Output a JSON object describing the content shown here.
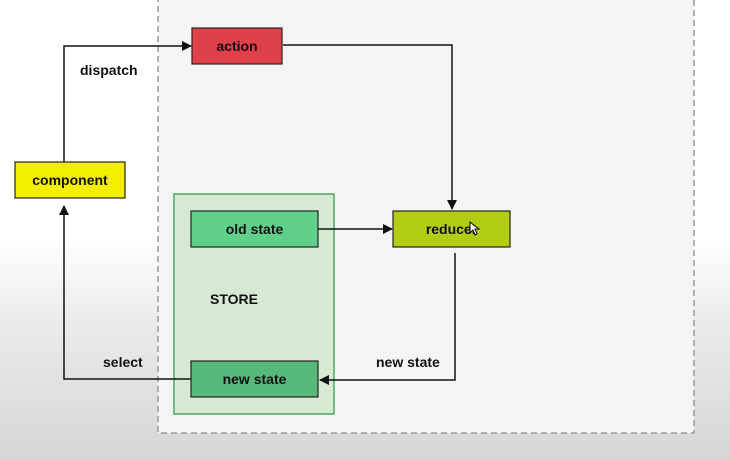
{
  "nodes": {
    "action": "action",
    "component": "component",
    "old_state": "old state",
    "reducer": "reducer",
    "new_state": "new state",
    "store": "STORE"
  },
  "edges": {
    "dispatch": "dispatch",
    "select": "select",
    "new_state": "new state"
  },
  "colors": {
    "action": "#e0404a",
    "component": "#f4ee00",
    "reducer": "#b4cc14",
    "old_state": "#5fcf8a",
    "new_state": "#55b97c",
    "store_fill": "#d6ead3",
    "store_border": "#4caa5c",
    "dashed_border": "#9a9a9a"
  },
  "icons": [
    "mouse-cursor-icon"
  ]
}
